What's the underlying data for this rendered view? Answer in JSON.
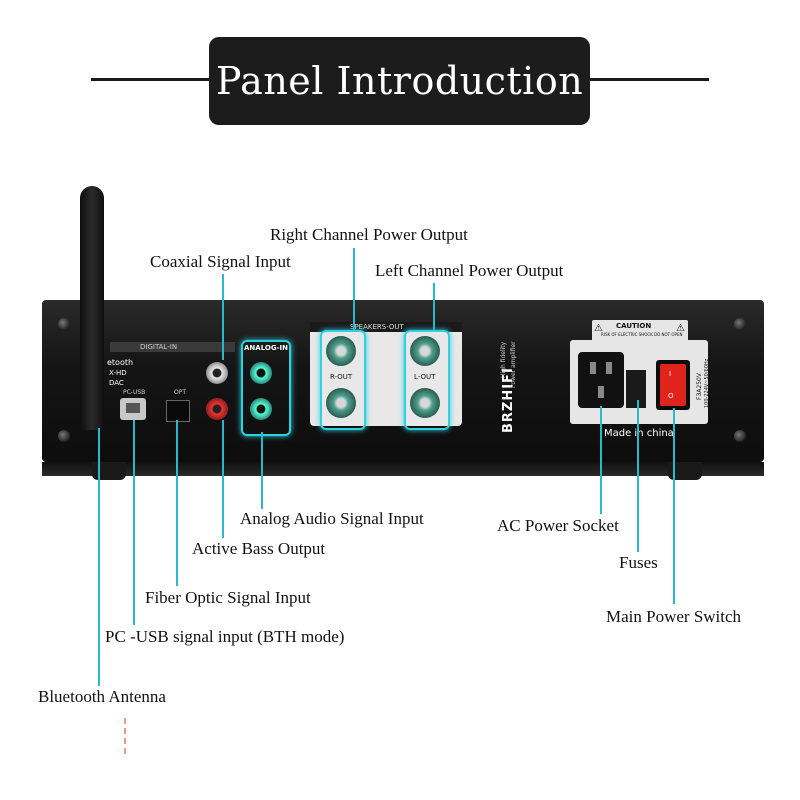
{
  "title": "Panel Introduction",
  "labels": {
    "right_channel": "Right Channel Power Output",
    "coaxial": "Coaxial Signal Input",
    "left_channel": "Left Channel Power Output",
    "analog_audio": "Analog Audio Signal Input",
    "ac_power": "AC Power Socket",
    "active_bass": "Active Bass Output",
    "fuses": "Fuses",
    "fiber_optic": "Fiber Optic Signal Input",
    "main_power": "Main Power Switch",
    "pc_usb": "PC -USB signal input (BTH mode)",
    "bluetooth": "Bluetooth Antenna"
  },
  "panel": {
    "digital_in": "DIGITAL-IN",
    "analog_in": "ANALOG-IN",
    "speakers_out": "SPEAKERS-OUT",
    "bluetooth_text": "etooth",
    "xhd": "X-HD",
    "dac": "DAC",
    "pc_usb": "PC-USB",
    "opt": "OPT",
    "r_out": "R-OUT",
    "l_out": "L-OUT",
    "brand": "BRZHIFI",
    "brand_sub1": "High fidelity",
    "brand_sub2": "Power amplifier",
    "caution": "CAUTION",
    "caution_sub": "RISK OF ELECTRIC SHOCK DO NOT OPEN",
    "fuse_rating": "F3A250V",
    "voltage": "100-224V~50/60Hz",
    "made_in": "Made in china"
  },
  "colors": {
    "accent": "#29b8cc",
    "highlight": "#2fd0e0",
    "title_bg": "#1c1c1c",
    "switch": "#e0241b"
  }
}
